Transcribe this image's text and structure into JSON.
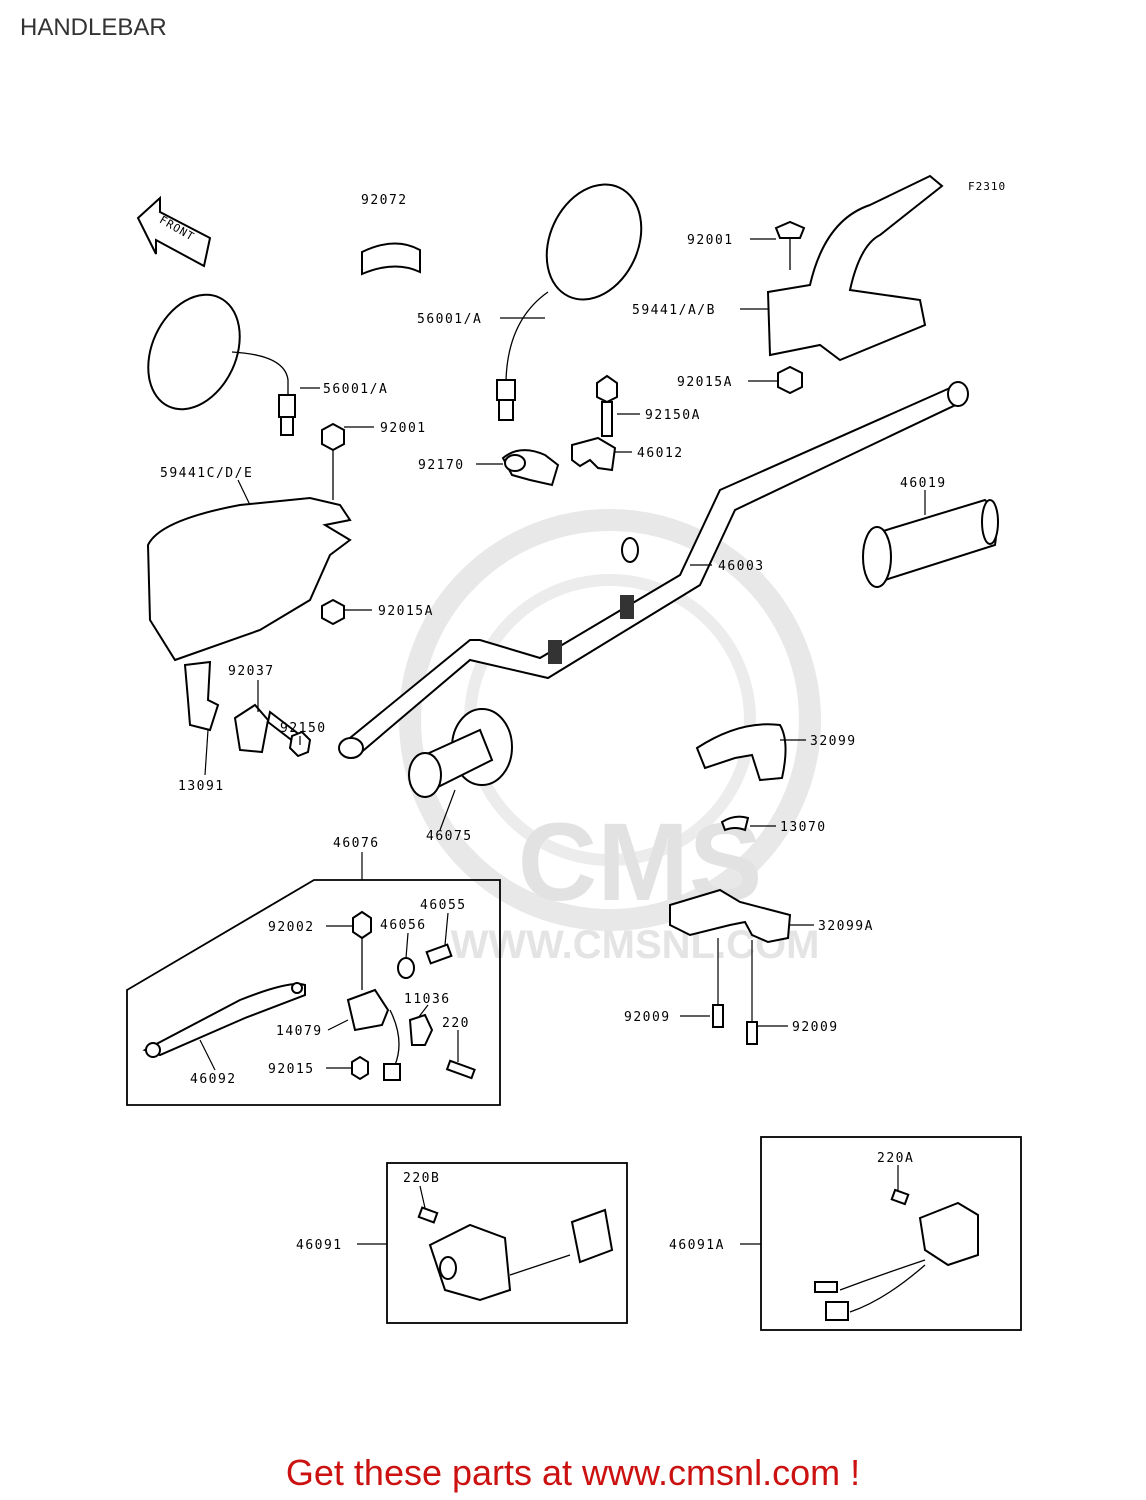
{
  "page": {
    "title": "HANDLEBAR"
  },
  "figure": {
    "code": "F2310",
    "front_label": "FRONT"
  },
  "watermark": {
    "brand": "CMS",
    "url": "WWW.CMSNL.COM"
  },
  "parts": {
    "p92072": "92072",
    "p56001A_top": "56001/A",
    "p56001A_left": "56001/A",
    "p92001_top": "92001",
    "p92001_left": "92001",
    "p59441AB": "59441/A/B",
    "p92015A_top": "92015A",
    "p92150A": "92150A",
    "p46012": "46012",
    "p92170": "92170",
    "p59441CDE": "59441C/D/E",
    "p46019": "46019",
    "p46003": "46003",
    "p92015A_left": "92015A",
    "p92037": "92037",
    "p92150": "92150",
    "p13091": "13091",
    "p32099": "32099",
    "p46075": "46075",
    "p13070": "13070",
    "p46076": "46076",
    "p46055": "46055",
    "p46056": "46056",
    "p92002": "92002",
    "p11036": "11036",
    "p220": "220",
    "p14079": "14079",
    "p92015": "92015",
    "p46092": "46092",
    "p32099A": "32099A",
    "p92009_a": "92009",
    "p92009_b": "92009",
    "p220B": "220B",
    "p46091": "46091",
    "p220A": "220A",
    "p46091A": "46091A"
  },
  "footer": {
    "promo": "Get these parts at www.cmsnl.com !"
  }
}
